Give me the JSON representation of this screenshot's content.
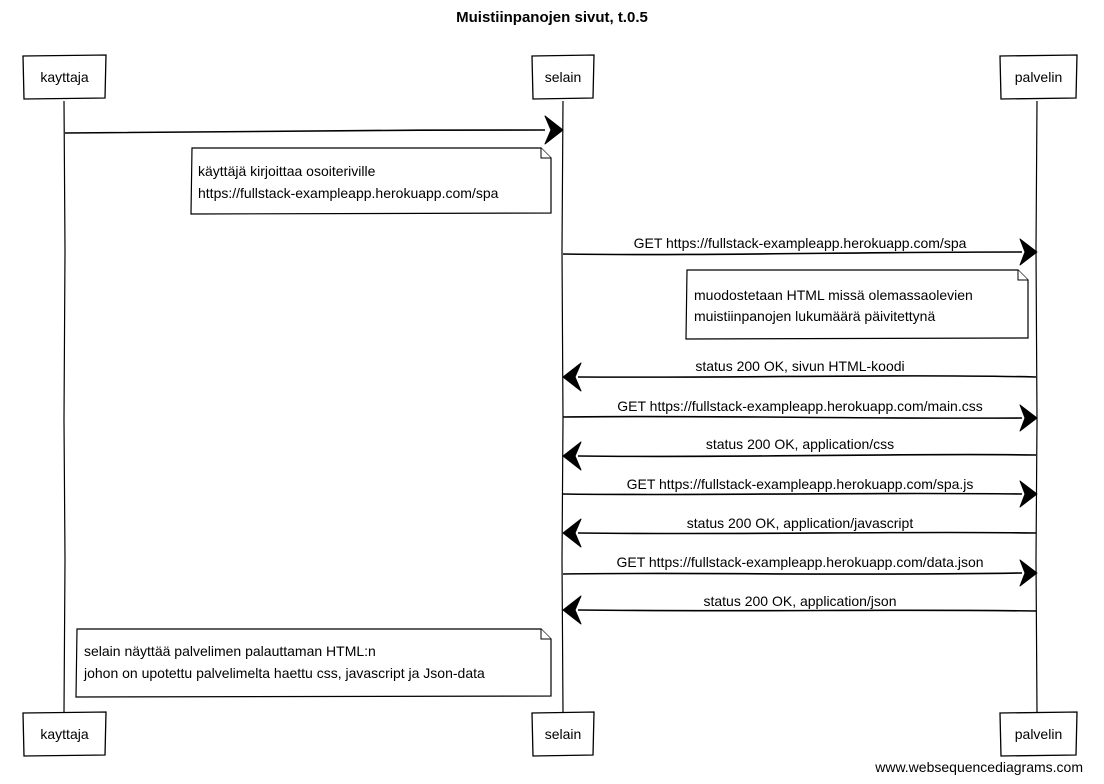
{
  "diagram": {
    "type": "sequence",
    "title": "Muistiinpanojen sivut, t.0.5",
    "participants": [
      {
        "id": "kayttaja",
        "label": "kayttaja"
      },
      {
        "id": "selain",
        "label": "selain"
      },
      {
        "id": "palvelin",
        "label": "palvelin"
      }
    ],
    "steps": [
      {
        "kind": "message",
        "from": "kayttaja",
        "to": "selain",
        "label": ""
      },
      {
        "kind": "note",
        "over": "selain",
        "side": "left",
        "lines": [
          "käyttäjä kirjoittaa osoiteriville",
          "https://fullstack-exampleapp.herokuapp.com/spa"
        ]
      },
      {
        "kind": "message",
        "from": "selain",
        "to": "palvelin",
        "label": "GET https://fullstack-exampleapp.herokuapp.com/spa"
      },
      {
        "kind": "note",
        "over": "palvelin",
        "side": "left",
        "lines": [
          "muodostetaan HTML missä olemassaolevien",
          "muistiinpanojen lukumäärä päivitettynä"
        ]
      },
      {
        "kind": "message",
        "from": "palvelin",
        "to": "selain",
        "label": "status 200 OK, sivun HTML-koodi"
      },
      {
        "kind": "message",
        "from": "selain",
        "to": "palvelin",
        "label": "GET https://fullstack-exampleapp.herokuapp.com/main.css"
      },
      {
        "kind": "message",
        "from": "palvelin",
        "to": "selain",
        "label": "status 200 OK, application/css"
      },
      {
        "kind": "message",
        "from": "selain",
        "to": "palvelin",
        "label": "GET https://fullstack-exampleapp.herokuapp.com/spa.js"
      },
      {
        "kind": "message",
        "from": "palvelin",
        "to": "selain",
        "label": "status 200 OK, application/javascript"
      },
      {
        "kind": "message",
        "from": "selain",
        "to": "palvelin",
        "label": "GET https://fullstack-exampleapp.herokuapp.com/data.json"
      },
      {
        "kind": "message",
        "from": "palvelin",
        "to": "selain",
        "label": "status 200 OK, application/json"
      },
      {
        "kind": "note",
        "over": "selain",
        "side": "left",
        "lines": [
          "selain näyttää palvelimen palauttaman HTML:n",
          "johon on upotettu palvelimelta haettu css, javascript ja Json-data"
        ]
      }
    ],
    "watermark": "www.websequencediagrams.com"
  }
}
